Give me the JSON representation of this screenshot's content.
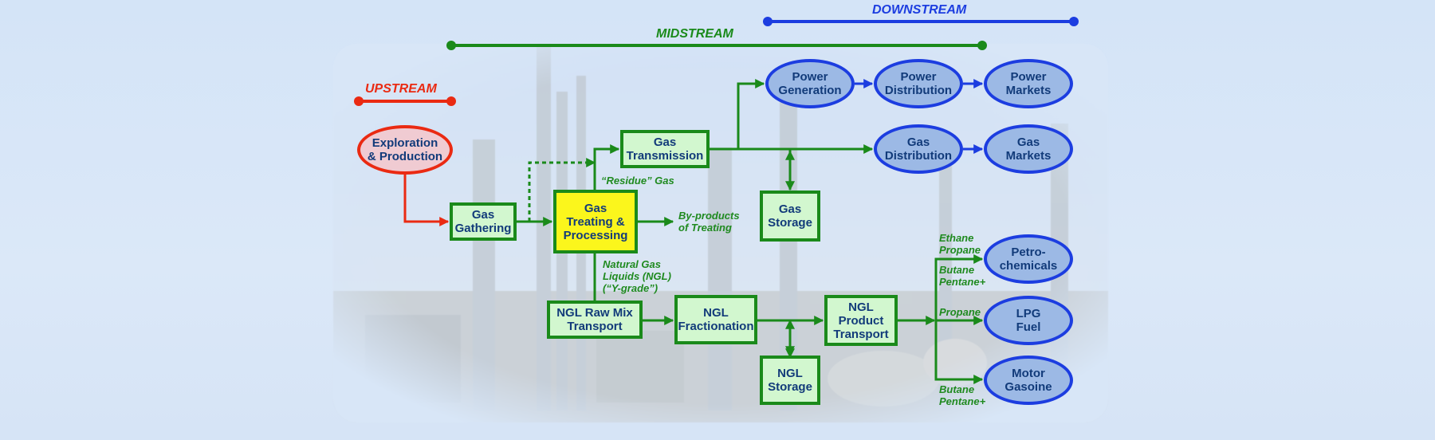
{
  "stages": {
    "upstream": "UPSTREAM",
    "midstream": "MIDSTREAM",
    "downstream": "DOWNSTREAM"
  },
  "nodes": {
    "exploration": "Exploration\n& Production",
    "gathering": "Gas\nGathering",
    "treating": "Gas\nTreating &\nProcessing",
    "transmission": "Gas\nTransmission",
    "gas_storage": "Gas\nStorage",
    "power_generation": "Power\nGeneration",
    "power_distribution": "Power\nDistribution",
    "power_markets": "Power\nMarkets",
    "gas_distribution": "Gas\nDistribution",
    "gas_markets": "Gas\nMarkets",
    "ngl_transport": "NGL Raw Mix\nTransport",
    "ngl_fractionation": "NGL\nFractionation",
    "ngl_storage": "NGL\nStorage",
    "ngl_product_transport": "NGL\nProduct\nTransport",
    "petrochemicals": "Petro-\nchemicals",
    "lpg_fuel": "LPG\nFuel",
    "motor_gasoline": "Motor\nGasoine"
  },
  "labels": {
    "residue_gas": "“Residue” Gas",
    "byproducts": "By-products\nof Treating",
    "ngl": "Natural Gas\nLiquids (NGL)\n(“Y-grade”)",
    "ethane_propane": "Ethane\nPropane",
    "butane_pentane_1": "Butane\nPentane+",
    "propane": "Propane",
    "butane_pentane_2": "Butane\nPentane+"
  },
  "colors": {
    "green": "#1a8a1a",
    "blue": "#1c3de0",
    "red": "#ea2a12",
    "yellow": "#fbf61c"
  }
}
